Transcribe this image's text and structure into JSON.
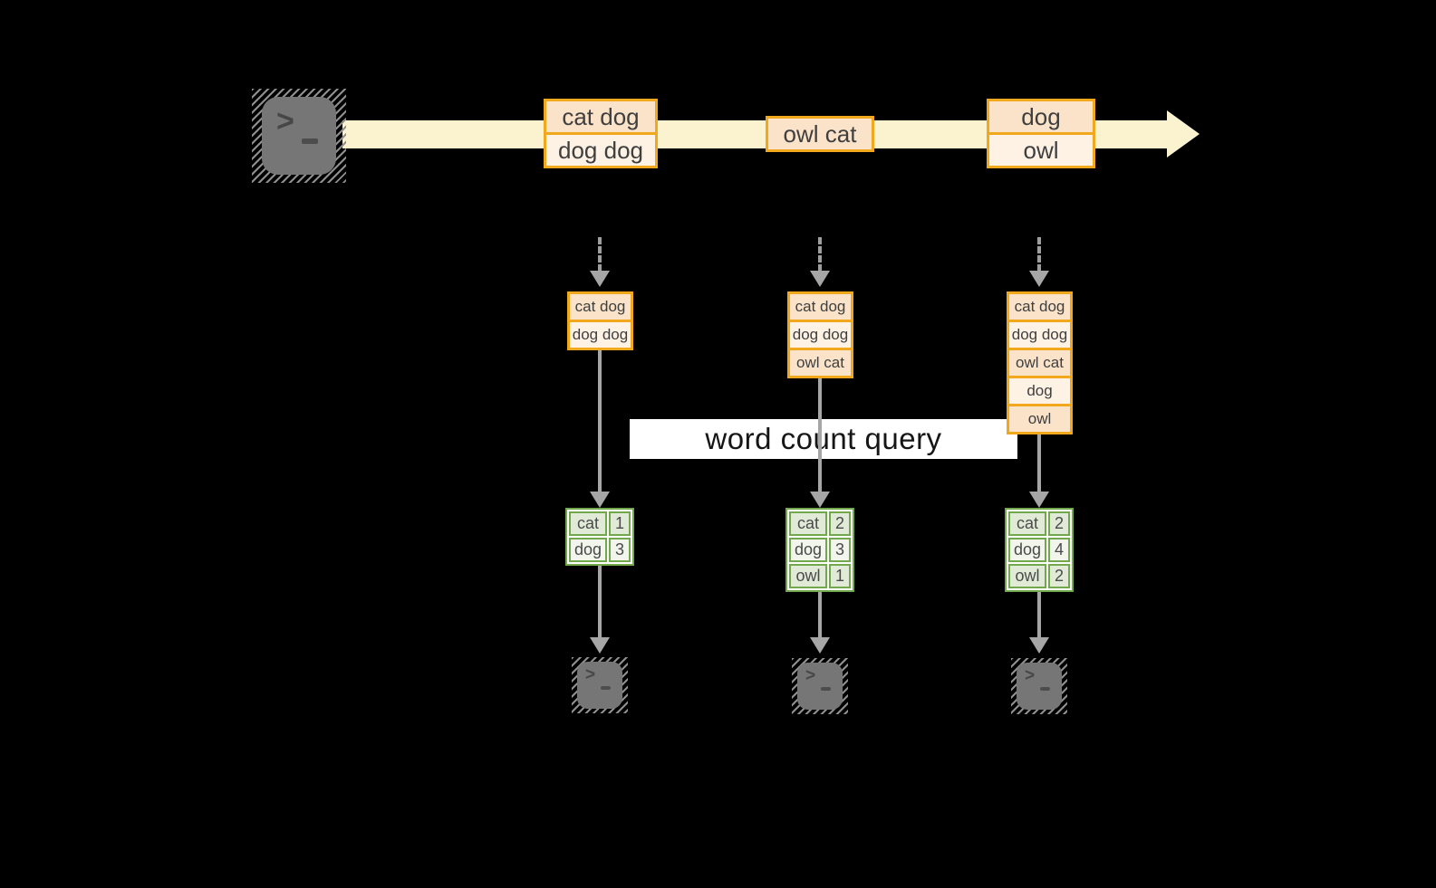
{
  "query": {
    "label": "word count query"
  },
  "icons": {
    "prompt": ">",
    "source_icon": "terminal-icon",
    "sink_icon": "terminal-icon"
  },
  "colors": {
    "background": "#000000",
    "stream_band": "#FBF2CF",
    "box_border": "#F2A81D",
    "box_fill_dark": "#FAE3C8",
    "box_fill_light": "#FDF2E4",
    "table_border": "#70A84B",
    "table_fill_dark": "#E1EAD7",
    "table_fill_light": "#F1F5EC",
    "arrow_gray": "#A6A6A6",
    "query_band": "#FFFFFF",
    "text_dark": "#3F3F3F"
  },
  "stream": {
    "batches": [
      {
        "items": [
          {
            "text": "cat dog"
          },
          {
            "text": "dog dog"
          }
        ]
      },
      {
        "items": [
          {
            "text": "owl cat"
          }
        ]
      },
      {
        "items": [
          {
            "text": "dog"
          },
          {
            "text": "owl"
          }
        ]
      }
    ]
  },
  "columns": [
    {
      "stack": [
        "cat dog",
        "dog dog"
      ],
      "counts": [
        {
          "word": "cat",
          "count": "1"
        },
        {
          "word": "dog",
          "count": "3"
        }
      ]
    },
    {
      "stack": [
        "cat dog",
        "dog dog",
        "owl cat"
      ],
      "counts": [
        {
          "word": "cat",
          "count": "2"
        },
        {
          "word": "dog",
          "count": "3"
        },
        {
          "word": "owl",
          "count": "1"
        }
      ]
    },
    {
      "stack": [
        "cat dog",
        "dog dog",
        "owl cat",
        "dog",
        "owl"
      ],
      "counts": [
        {
          "word": "cat",
          "count": "2"
        },
        {
          "word": "dog",
          "count": "4"
        },
        {
          "word": "owl",
          "count": "2"
        }
      ]
    }
  ]
}
